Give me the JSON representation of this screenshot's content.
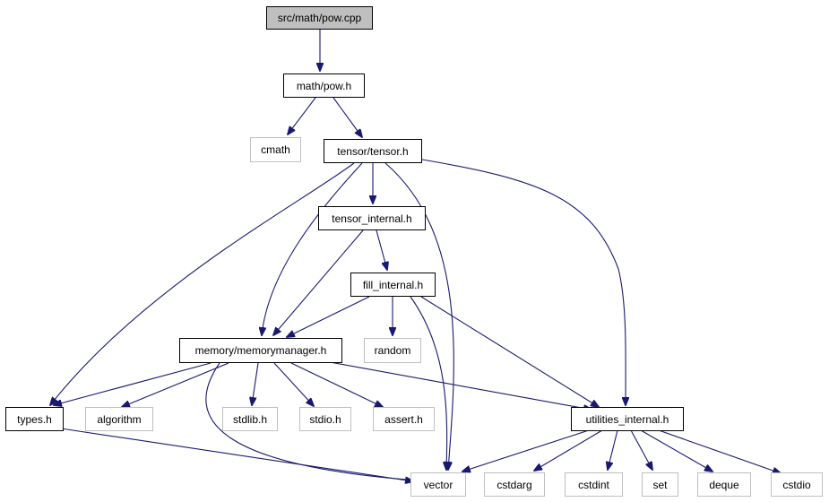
{
  "nodes": {
    "pow_cpp": "src/math/pow.cpp",
    "pow_h": "math/pow.h",
    "cmath": "cmath",
    "tensor_h": "tensor/tensor.h",
    "tensor_internal": "tensor_internal.h",
    "fill_internal": "fill_internal.h",
    "random": "random",
    "memorymanager": "memory/memorymanager.h",
    "types": "types.h",
    "algorithm": "algorithm",
    "stdlib": "stdlib.h",
    "stdio": "stdio.h",
    "assert": "assert.h",
    "utilities": "utilities_internal.h",
    "vector": "vector",
    "cstdarg": "cstdarg",
    "cstdint": "cstdint",
    "set": "set",
    "deque": "deque",
    "cstdio": "cstdio"
  },
  "colors": {
    "edge": "#191970",
    "root_fill": "#bfbfbf",
    "local_border": "#000000",
    "system_border": "#bfbfbf"
  }
}
